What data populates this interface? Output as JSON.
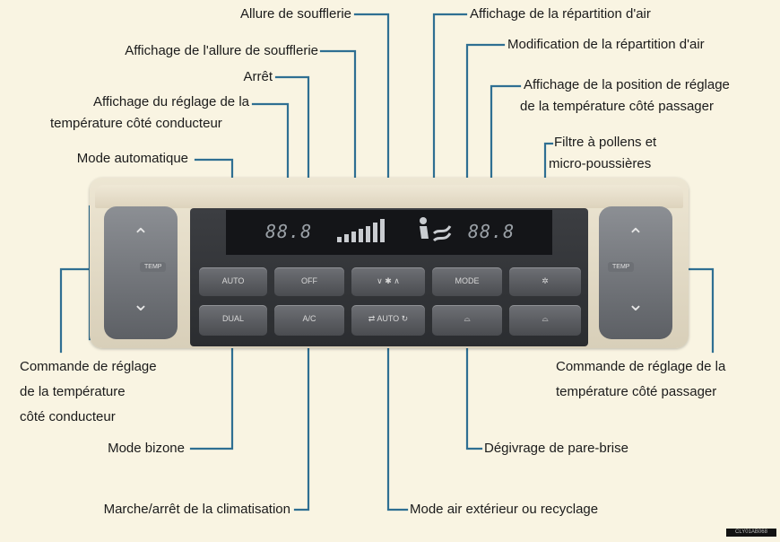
{
  "labels": {
    "blower_speed": "Allure de soufflerie",
    "air_distribution_display": "Affichage de la répartition d'air",
    "blower_speed_display": "Affichage de l'allure de soufflerie",
    "air_distribution_change": "Modification de la répartition d'air",
    "off": "Arrêt",
    "driver_temp_display_l1": "Affichage du réglage de la",
    "driver_temp_display_l2": "température côté conducteur",
    "passenger_temp_display_l1": "Affichage de la position de réglage",
    "passenger_temp_display_l2": "de la température côté passager",
    "auto_mode": "Mode automatique",
    "pollen_filter_l1": "Filtre à pollens et",
    "pollen_filter_l2": "micro-poussières",
    "driver_temp_control_l1": "Commande de réglage",
    "driver_temp_control_l2": "de la température",
    "driver_temp_control_l3": "côté conducteur",
    "passenger_temp_control_l1": "Commande de réglage de la",
    "passenger_temp_control_l2": "température côté passager",
    "dual_mode": "Mode bizone",
    "windshield_defog": "Dégivrage de pare-brise",
    "ac_on_off": "Marche/arrêt de la climatisation",
    "outside_recirc": "Mode air extérieur ou recyclage"
  },
  "panel": {
    "lcd_left": "88.8",
    "lcd_right": "88.8",
    "btn_auto": "AUTO",
    "btn_off": "OFF",
    "btn_fan": "∨ ✱ ∧",
    "btn_mode": "MODE",
    "btn_filter": "✲",
    "btn_dual": "DUAL",
    "btn_ac": "A/C",
    "btn_recirc": "⇄ AUTO ↻",
    "btn_defog": "⌓",
    "btn_rear": "⌓",
    "temp_label": "TEMP",
    "up": "⌃",
    "down": "⌄"
  },
  "image_code": "CLY01AB068",
  "colors": {
    "leader": "#2f6f92",
    "panel_dark": "#2b2d30",
    "background": "#f9f4e2"
  }
}
